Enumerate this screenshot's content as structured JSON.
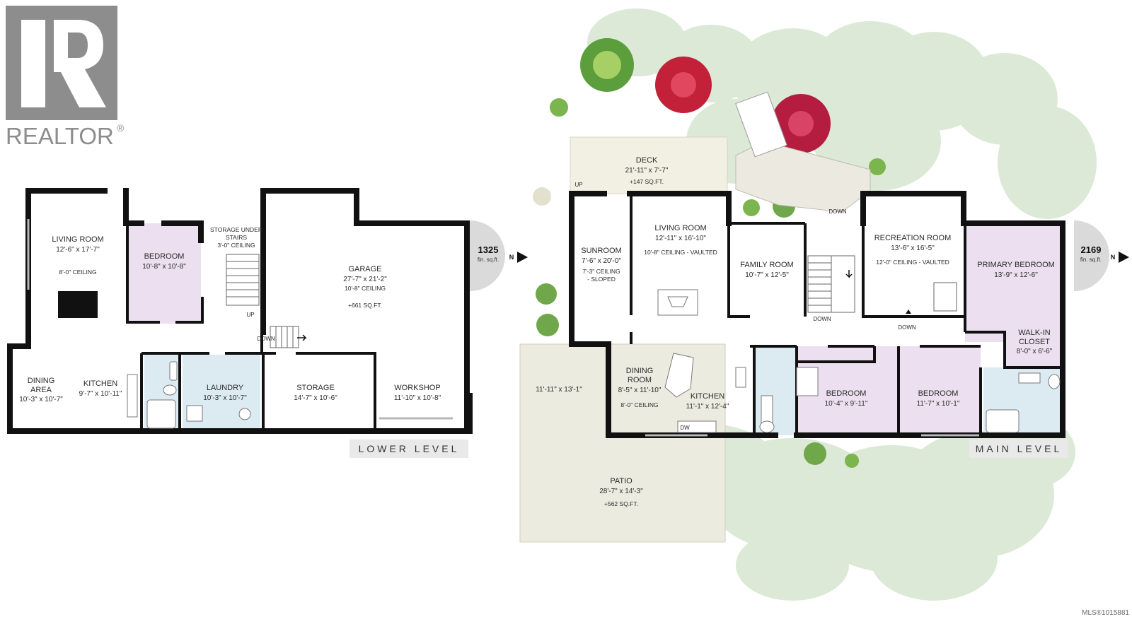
{
  "logo": {
    "brand": "REALTOR",
    "mark": "®"
  },
  "mls": "MLS®1015881",
  "lower_level": {
    "banner": "LOWER LEVEL",
    "sqft_value": "1325",
    "sqft_unit": "fin. sq.ft.",
    "north": "N",
    "rooms": {
      "living_room": {
        "name": "LIVING ROOM",
        "dim": "12'-6\" x 17'-7\"",
        "ceiling": "8'-0\" CEILING"
      },
      "bedroom": {
        "name": "BEDROOM",
        "dim": "10'-8\" x 10'-8\""
      },
      "storage_under_stairs": {
        "line1": "STORAGE UNDER",
        "line2": "STAIRS",
        "ceiling": "3'-0\" CEILING"
      },
      "garage": {
        "name": "GARAGE",
        "dim": "27'-7\" x 21'-2\"",
        "ceiling": "10'-8\" CEILING",
        "area": "+661 SQ.FT."
      },
      "dining_area": {
        "line1": "DINING",
        "line2": "AREA",
        "dim": "10'-3\" x 10'-7\""
      },
      "kitchen": {
        "name": "KITCHEN",
        "dim": "9'-7\" x 10'-11\""
      },
      "laundry": {
        "name": "LAUNDRY",
        "dim": "10'-3\" x 10'-7\""
      },
      "storage": {
        "name": "STORAGE",
        "dim": "14'-7\" x 10'-6\""
      },
      "workshop": {
        "name": "WORKSHOP",
        "dim": "11'-10\" x 10'-8\""
      }
    },
    "stair_up": "UP",
    "stair_down": "DOWN"
  },
  "main_level": {
    "banner": "MAIN LEVEL",
    "sqft_value": "2169",
    "sqft_unit": "fin. sq.ft.",
    "north": "N",
    "rooms": {
      "deck": {
        "name": "DECK",
        "dim": "21'-11\" x 7'-7\"",
        "area": "+147 SQ.FT."
      },
      "sunroom": {
        "name": "SUNROOM",
        "dim": "7'-6\" x 20'-0\"",
        "ceiling1": "7'-3\" CEILING",
        "ceiling2": "- SLOPED"
      },
      "living_room": {
        "name": "LIVING ROOM",
        "dim": "12'-11\" x 16'-10\"",
        "ceiling": "10'-8\" CEILING - VAULTED"
      },
      "family_room": {
        "name": "FAMILY ROOM",
        "dim": "10'-7\" x 12'-5\""
      },
      "recreation_room": {
        "name": "RECREATION ROOM",
        "dim": "13'-6\" x 16'-5\"",
        "ceiling": "12'-0\" CEILING - VAULTED"
      },
      "primary_bedroom": {
        "name": "PRIMARY BEDROOM",
        "dim": "13'-9\" x 12'-6\""
      },
      "walk_in_closet": {
        "line1": "WALK-IN",
        "line2": "CLOSET",
        "dim": "8'-0\" x 6'-6\""
      },
      "dining_room": {
        "line1": "DINING",
        "line2": "ROOM",
        "dim": "8'-5\" x 11'-10\"",
        "ceiling": "8'-0\" CEILING"
      },
      "kitchen": {
        "name": "KITCHEN",
        "dim": "11'-1\" x 12'-4\""
      },
      "bedroom_a": {
        "name": "BEDROOM",
        "dim": "10'-4\" x 9'-11\""
      },
      "bedroom_b": {
        "name": "BEDROOM",
        "dim": "11'-7\" x 10'-1\""
      },
      "patio_side": {
        "dim": "11'-11\" x 13'-1\""
      },
      "patio": {
        "name": "PATIO",
        "dim": "28'-7\" x 14'-3\"",
        "area": "+562 SQ.FT."
      }
    },
    "stair_up": "UP",
    "stair_down_top": "DOWN",
    "stair_down_mid": "DOWN",
    "stair_down_rec": "DOWN",
    "dw": "DW"
  },
  "colors": {
    "wall": "#111111",
    "bedroom_fill": "#ebdff0",
    "bath_fill": "#dcebf2",
    "patio_fill": "#ecebe0",
    "deck_fill": "#f2efe3",
    "greenery": "#d6e6d2",
    "tree_green": "#5c9e3c",
    "tree_red": "#c3203a",
    "banner_bg": "#e9e9e9"
  },
  "icons": {
    "logo": "realtor-logo-icon",
    "north": "north-arrow-icon"
  }
}
